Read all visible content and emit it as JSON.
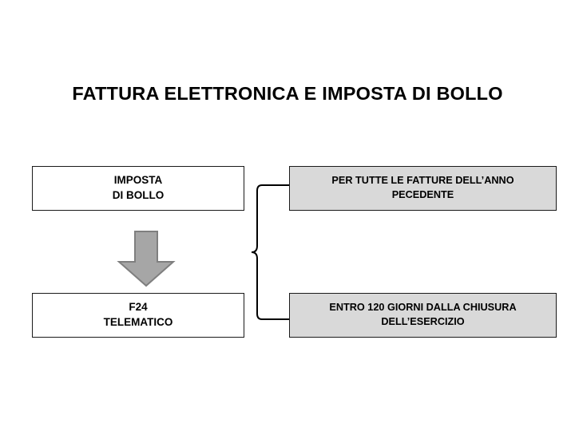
{
  "slide": {
    "title": "FATTURA ELETTRONICA E IMPOSTA DI BOLLO",
    "background_color": "#ffffff",
    "text_color": "#000000"
  },
  "colors": {
    "box_border": "#1a1a1a",
    "box_plain_fill": "#ffffff",
    "box_shaded_fill": "#d9d9d9",
    "arrow_fill": "#a6a6a6",
    "arrow_stroke": "#7f7f7f",
    "connector_stroke": "#000000"
  },
  "flow": {
    "left_column": [
      {
        "id": "imposta-di-bollo",
        "style": "plain",
        "lines": [
          "IMPOSTA",
          "DI BOLLO"
        ]
      },
      {
        "id": "f24-telematico",
        "style": "plain",
        "lines": [
          "F24",
          "TELEMATICO"
        ]
      }
    ],
    "right_column": [
      {
        "id": "anno-precedente",
        "style": "shaded",
        "lines": [
          "PER TUTTE LE FATTURE DELL’ANNO",
          "PECEDENTE"
        ]
      },
      {
        "id": "entro-120-giorni",
        "style": "shaded",
        "lines": [
          "ENTRO 120 GIORNI DALLA CHIUSURA",
          "DELL’ESERCIZIO"
        ]
      }
    ],
    "connectors": [
      {
        "id": "down-arrow",
        "icon": "arrow-down-icon",
        "from": "imposta-di-bollo",
        "to": "f24-telematico"
      },
      {
        "id": "brace-connector",
        "icon": "curly-brace-icon",
        "groups": [
          "anno-precedente",
          "entro-120-giorni"
        ]
      }
    ]
  }
}
